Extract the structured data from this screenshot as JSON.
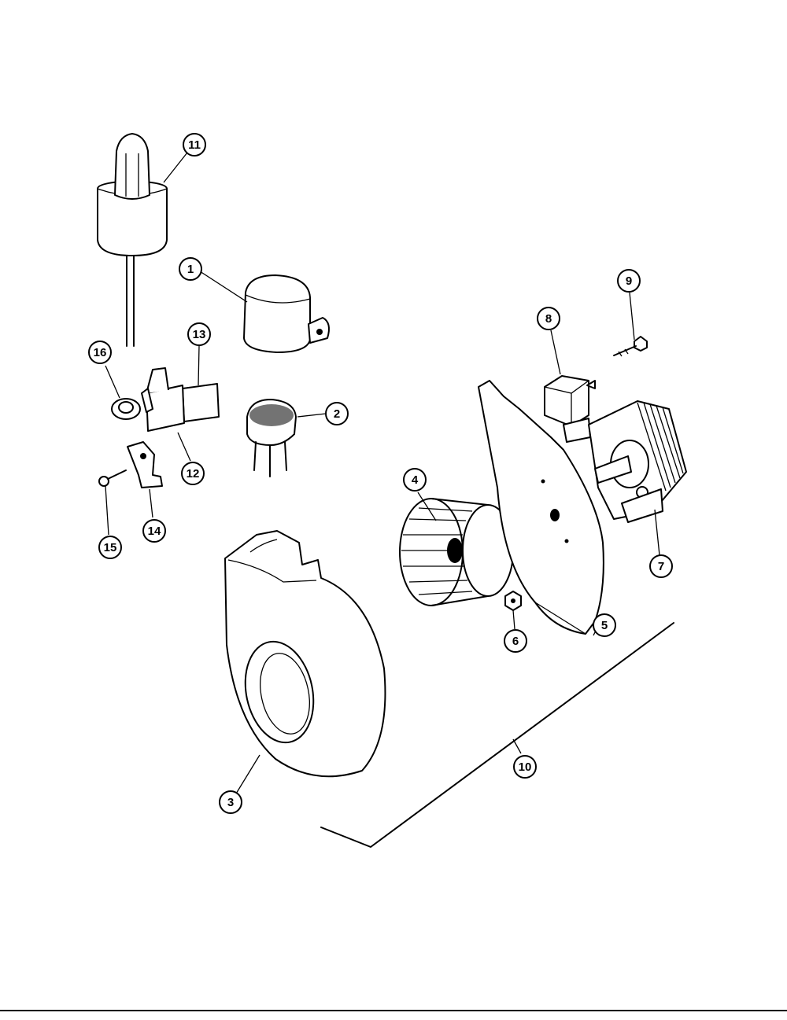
{
  "diagram": {
    "callouts": [
      {
        "id": "callout-1",
        "label": "1"
      },
      {
        "id": "callout-2",
        "label": "2"
      },
      {
        "id": "callout-3",
        "label": "3"
      },
      {
        "id": "callout-4",
        "label": "4"
      },
      {
        "id": "callout-5",
        "label": "5"
      },
      {
        "id": "callout-6",
        "label": "6"
      },
      {
        "id": "callout-7",
        "label": "7"
      },
      {
        "id": "callout-8",
        "label": "8"
      },
      {
        "id": "callout-9",
        "label": "9"
      },
      {
        "id": "callout-10",
        "label": "10"
      },
      {
        "id": "callout-11",
        "label": "11"
      },
      {
        "id": "callout-12",
        "label": "12"
      },
      {
        "id": "callout-13",
        "label": "13"
      },
      {
        "id": "callout-14",
        "label": "14"
      },
      {
        "id": "callout-15",
        "label": "15"
      },
      {
        "id": "callout-16",
        "label": "16"
      }
    ]
  },
  "colors": {
    "ink": "#000000",
    "paper": "#ffffff"
  }
}
